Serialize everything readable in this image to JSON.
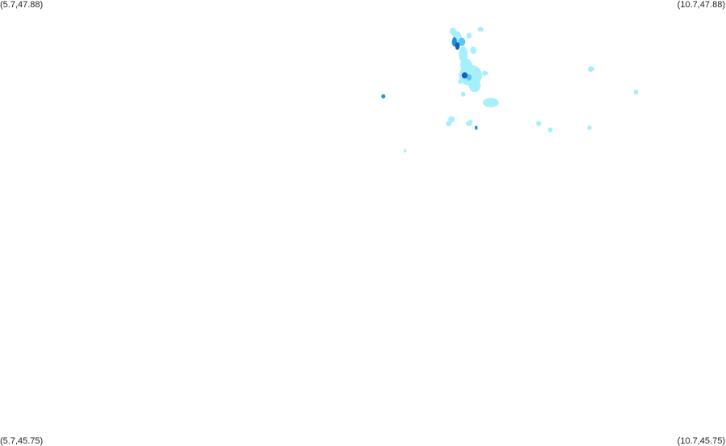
{
  "map": {
    "bounds": {
      "west": 5.7,
      "east": 10.7,
      "north": 47.88,
      "south": 45.75
    },
    "corner_labels": {
      "nw": "(5.7,47.88)",
      "ne": "(10.7,47.88)",
      "sw": "(5.7,45.75)",
      "se": "(10.7,45.75)"
    },
    "palette": {
      "background": "#ffffff",
      "light": "#a6f0fb",
      "medium": "#5cc8f0",
      "strong": "#1e90e0",
      "dark": "#1560c0"
    },
    "cells": [
      {
        "lon": 8.82,
        "lat": 47.73,
        "rlon": 0.022,
        "rlat": 0.018,
        "level": "light"
      },
      {
        "lon": 8.85,
        "lat": 47.7,
        "rlon": 0.03,
        "rlat": 0.03,
        "level": "light"
      },
      {
        "lon": 8.83,
        "lat": 47.68,
        "rlon": 0.018,
        "rlat": 0.022,
        "level": "strong"
      },
      {
        "lon": 8.85,
        "lat": 47.66,
        "rlon": 0.016,
        "rlat": 0.018,
        "level": "dark"
      },
      {
        "lon": 8.88,
        "lat": 47.68,
        "rlon": 0.025,
        "rlat": 0.02,
        "level": "medium"
      },
      {
        "lon": 8.89,
        "lat": 47.62,
        "rlon": 0.03,
        "rlat": 0.04,
        "level": "light"
      },
      {
        "lon": 8.96,
        "lat": 47.64,
        "rlon": 0.02,
        "rlat": 0.018,
        "level": "light"
      },
      {
        "lon": 8.93,
        "lat": 47.71,
        "rlon": 0.018,
        "rlat": 0.014,
        "level": "light"
      },
      {
        "lon": 9.01,
        "lat": 47.74,
        "rlon": 0.02,
        "rlat": 0.012,
        "level": "light"
      },
      {
        "lon": 8.91,
        "lat": 47.57,
        "rlon": 0.04,
        "rlat": 0.03,
        "level": "light"
      },
      {
        "lon": 8.94,
        "lat": 47.52,
        "rlon": 0.08,
        "rlat": 0.05,
        "level": "light"
      },
      {
        "lon": 8.9,
        "lat": 47.52,
        "rlon": 0.02,
        "rlat": 0.015,
        "level": "dark"
      },
      {
        "lon": 8.93,
        "lat": 47.51,
        "rlon": 0.018,
        "rlat": 0.015,
        "level": "medium"
      },
      {
        "lon": 8.87,
        "lat": 47.49,
        "rlon": 0.015,
        "rlat": 0.012,
        "level": "light"
      },
      {
        "lon": 8.97,
        "lat": 47.47,
        "rlon": 0.04,
        "rlat": 0.03,
        "level": "light"
      },
      {
        "lon": 9.04,
        "lat": 47.53,
        "rlon": 0.02,
        "rlat": 0.012,
        "level": "light"
      },
      {
        "lon": 8.89,
        "lat": 47.43,
        "rlon": 0.015,
        "rlat": 0.012,
        "level": "light"
      },
      {
        "lon": 9.08,
        "lat": 47.39,
        "rlon": 0.055,
        "rlat": 0.022,
        "level": "light"
      },
      {
        "lon": 8.34,
        "lat": 47.42,
        "rlon": 0.014,
        "rlat": 0.01,
        "level": "strong"
      },
      {
        "lon": 8.81,
        "lat": 47.31,
        "rlon": 0.022,
        "rlat": 0.014,
        "level": "light"
      },
      {
        "lon": 8.79,
        "lat": 47.29,
        "rlon": 0.02,
        "rlat": 0.013,
        "level": "light"
      },
      {
        "lon": 8.93,
        "lat": 47.29,
        "rlon": 0.022,
        "rlat": 0.012,
        "level": "light"
      },
      {
        "lon": 8.98,
        "lat": 47.27,
        "rlon": 0.01,
        "rlat": 0.01,
        "level": "strong"
      },
      {
        "lon": 8.94,
        "lat": 47.3,
        "rlon": 0.012,
        "rlat": 0.01,
        "level": "light"
      },
      {
        "lon": 9.41,
        "lat": 47.29,
        "rlon": 0.018,
        "rlat": 0.012,
        "level": "light"
      },
      {
        "lon": 9.49,
        "lat": 47.26,
        "rlon": 0.016,
        "rlat": 0.012,
        "level": "light"
      },
      {
        "lon": 9.77,
        "lat": 47.55,
        "rlon": 0.022,
        "rlat": 0.013,
        "level": "light"
      },
      {
        "lon": 10.08,
        "lat": 47.44,
        "rlon": 0.016,
        "rlat": 0.012,
        "level": "light"
      },
      {
        "lon": 9.76,
        "lat": 47.27,
        "rlon": 0.015,
        "rlat": 0.01,
        "level": "light"
      },
      {
        "lon": 8.49,
        "lat": 47.16,
        "rlon": 0.01,
        "rlat": 0.008,
        "level": "light"
      }
    ]
  }
}
